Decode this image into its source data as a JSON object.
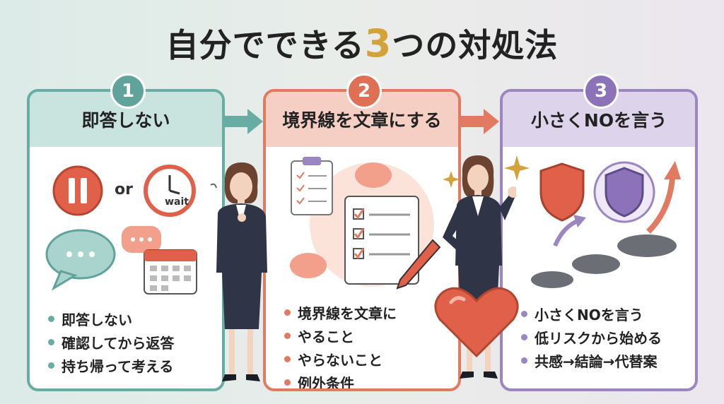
{
  "title": {
    "before": "自分でできる",
    "number": "3",
    "after": "つの対処法"
  },
  "cards": [
    {
      "number": "1",
      "heading": "即答しない",
      "or_label": "or",
      "wait_label": "wait",
      "bullets": [
        "即答しない",
        "確認してから返答",
        "持ち帰って考える"
      ]
    },
    {
      "number": "2",
      "heading": "境界線を文章にする",
      "bullets": [
        "境界線を文章に",
        "やること",
        "やらないこと",
        "例外条件"
      ]
    },
    {
      "number": "3",
      "heading": "小さくNOを言う",
      "bullets": [
        "小さくNOを言う",
        "低リスクから始める",
        "共感→結論→代替案"
      ]
    }
  ],
  "colors": {
    "teal": "#67ada4",
    "coral": "#e27a62",
    "purple": "#9c86c2",
    "gold": "#d4a23a"
  },
  "icons": [
    "pause-icon",
    "clock-icon",
    "speech-bubble-icon",
    "calendar-icon",
    "clipboard-icon",
    "checklist-icon",
    "pen-icon",
    "shield-icon",
    "arrow-up-icon",
    "heart-icon",
    "sparkle-icon"
  ]
}
